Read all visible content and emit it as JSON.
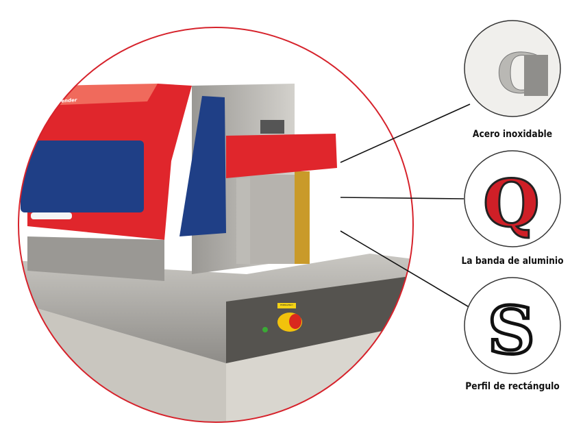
{
  "machine": {
    "emergency_label": "EMERGENCY",
    "brand_text": "Bender"
  },
  "materials": [
    {
      "label": "Acero inoxidable",
      "glyph": "G"
    },
    {
      "label": "La banda de aluminio",
      "glyph": "Q"
    },
    {
      "label": "Perfil de rectángulo",
      "glyph": "S"
    }
  ],
  "colors": {
    "ring": "#d6222b",
    "machine_red": "#e0262c",
    "window_blue": "#1f3f86",
    "steel": "#a8a6a1"
  }
}
